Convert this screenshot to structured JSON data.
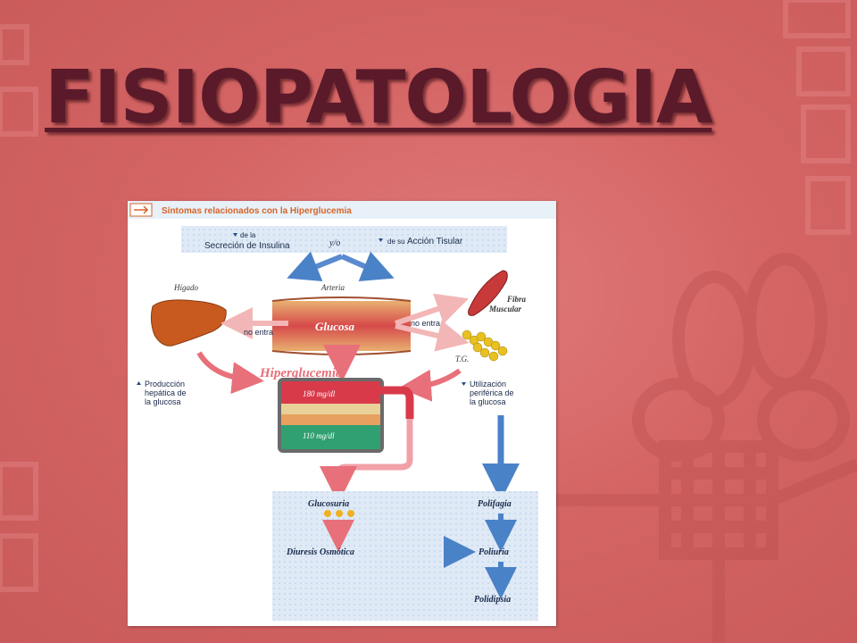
{
  "slide": {
    "title": "FISIOPATOLOGIA"
  },
  "figure": {
    "header": "Síntomas relacionados con la Hiperglucemia",
    "top_left_prefix": "de la",
    "top_left_main": "Secreción de Insulina",
    "top_mid": "y/o",
    "top_right_prefix": "de su",
    "top_right_main": "Acción Tisular",
    "higado": "Hígado",
    "arteria": "Arteria",
    "fibra_1": "Fibra",
    "fibra_2": "Muscular",
    "glucosa": "Glucosa",
    "no_entra_left": "no entra",
    "no_entra_right": "no entra",
    "tg": "T.G.",
    "hiperglucemia": "Hiperglucemia",
    "level_high": "180 mg/dl",
    "level_low": "110 mg/dl",
    "produccion": [
      "Producción",
      "hepática de",
      "la glucosa"
    ],
    "utilizacion": [
      "Utilización",
      "periférica de",
      "la glucosa"
    ],
    "glucosuria": "Glucosuria",
    "diuresis": "Diuresis Osmótica",
    "polifagia": "Polifagia",
    "poliuria": "Poliuria",
    "polidipsia": "Polidipsia",
    "colors": {
      "red_arrow": "#e8707a",
      "blue_arrow": "#4a82c8",
      "title": "#5a1a2a",
      "header_text": "#d4652a"
    }
  }
}
